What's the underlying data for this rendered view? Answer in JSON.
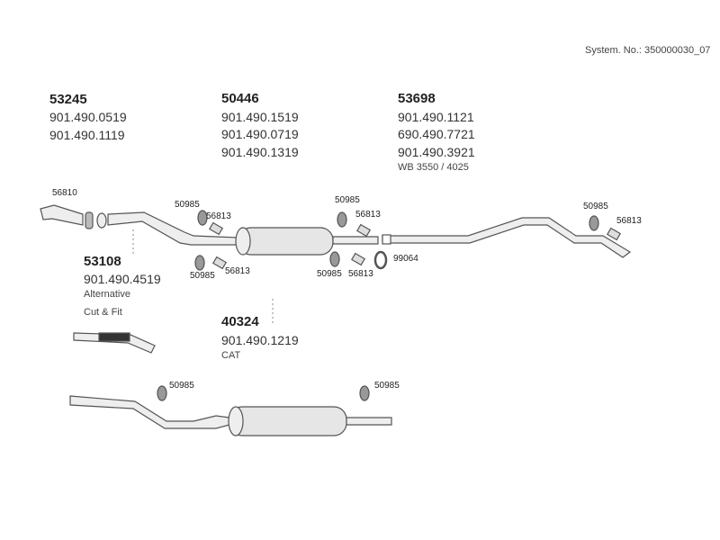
{
  "system_no": "System. No.: 350000030_07",
  "groups": [
    {
      "id": "53245",
      "parts": [
        "901.490.0519",
        "901.490.1119"
      ]
    },
    {
      "id": "50446",
      "parts": [
        "901.490.1519",
        "901.490.0719",
        "901.490.1319"
      ]
    },
    {
      "id": "53698",
      "parts": [
        "901.490.1121",
        "690.490.7721",
        "901.490.3921"
      ],
      "note": "WB 3550 / 4025"
    },
    {
      "id": "53108",
      "parts": [
        "901.490.4519"
      ],
      "note1": "Alternative",
      "note2": "Cut & Fit"
    },
    {
      "id": "40324",
      "parts": [
        "901.490.1219"
      ],
      "note": "CAT"
    }
  ],
  "callouts": {
    "gasket": "56810",
    "hanger": "50985",
    "bracket": "56813",
    "clamp": "99064"
  },
  "colors": {
    "line": "#555555",
    "fill": "#eeeeee",
    "dark": "#333333"
  }
}
